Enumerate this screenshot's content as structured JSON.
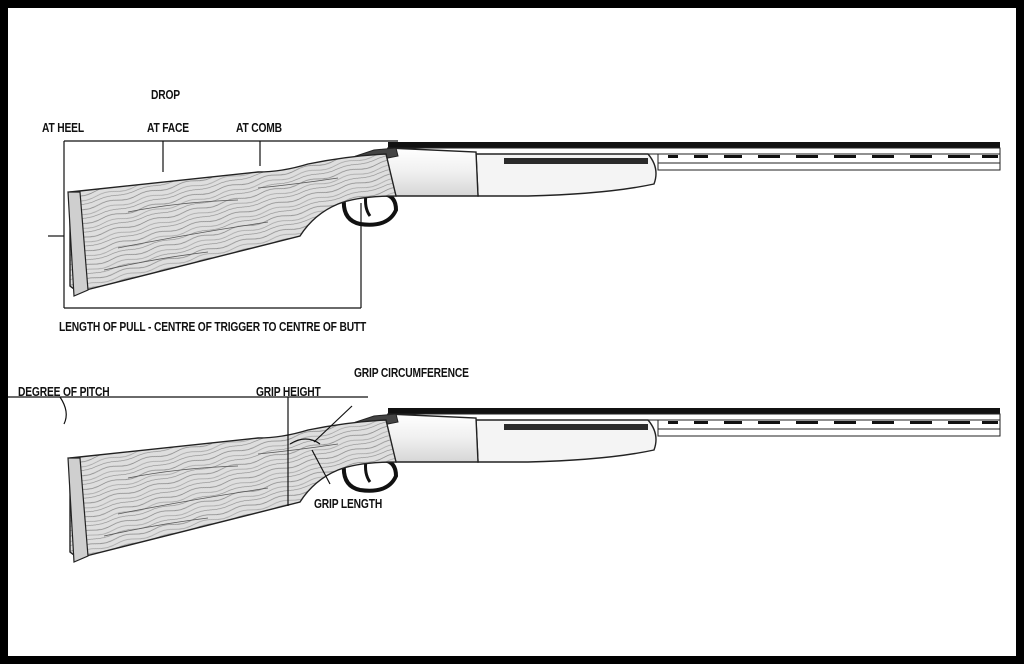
{
  "top_diagram": {
    "drop_label": "DROP",
    "at_heel_label": "AT HEEL",
    "at_face_label": "AT FACE",
    "at_comb_label": "AT COMB",
    "length_of_pull_label": "LENGTH OF PULL - CENTRE OF TRIGGER TO CENTRE OF BUTT"
  },
  "bottom_diagram": {
    "degree_of_pitch_label": "DEGREE OF PITCH",
    "grip_height_label": "GRIP HEIGHT",
    "grip_circumference_label": "GRIP CIRCUMFERENCE",
    "grip_length_label": "GRIP LENGTH"
  },
  "colors": {
    "frame": "#000000",
    "background": "#ffffff",
    "ink": "#111111",
    "wood": "#d9d9d9"
  }
}
